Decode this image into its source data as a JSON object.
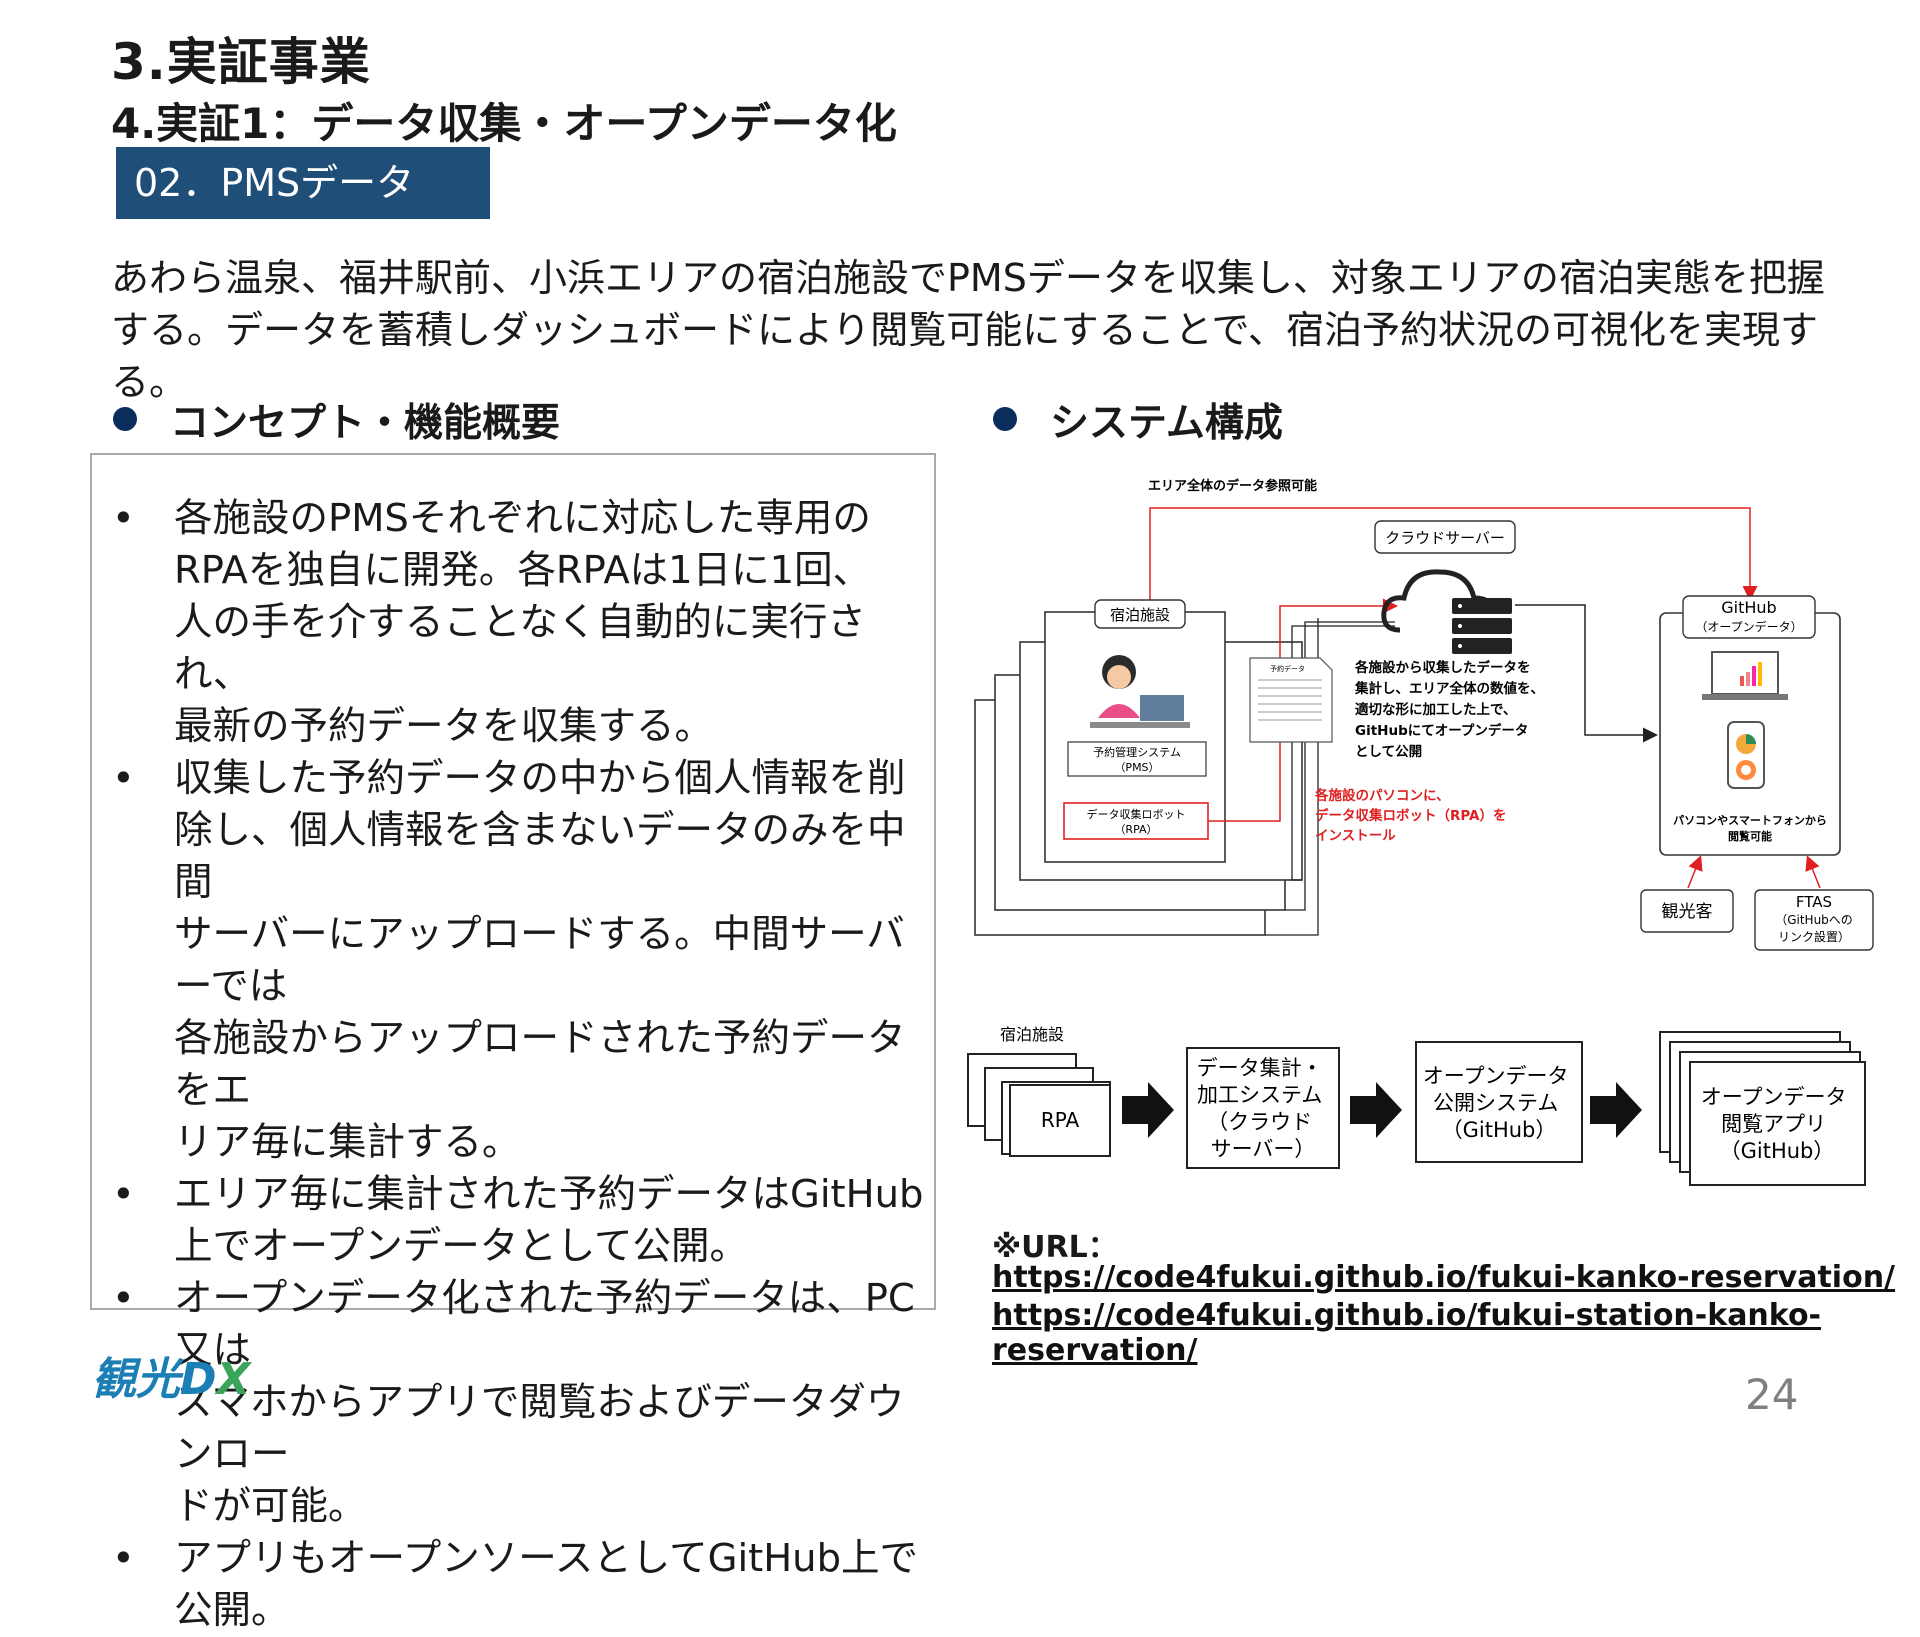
{
  "header": {
    "title": "3.実証事業",
    "subtitle": "4.実証1：データ収集・オープンデータ化",
    "badge": "02．PMSデータ"
  },
  "intro": {
    "line1": "あわら温泉、福井駅前、小浜エリアの宿泊施設でPMSデータを収集し、対象エリアの宿泊実態を把握",
    "line2": "する。データを蓄積しダッシュボードにより閲覧可能にすることで、宿泊予約状況の可視化を実現する。"
  },
  "concept": {
    "title": "コンセプト・機能概要",
    "bullet_mark": "•",
    "items": [
      [
        "各施設のPMSそれぞれに対応した専用の",
        "RPAを独自に開発。各RPAは1日に1回、",
        "人の手を介することなく自動的に実行され、",
        "最新の予約データを収集する。"
      ],
      [
        "収集した予約データの中から個人情報を削",
        "除し、個人情報を含まないデータのみを中間",
        "サーバーにアップロードする。中間サーバーでは",
        "各施設からアップロードされた予約データをエ",
        "リア毎に集計する。"
      ],
      [
        "エリア毎に集計された予約データはGitHub",
        "上でオープンデータとして公開。"
      ],
      [
        "オープンデータ化された予約データは、PC又は",
        "スマホからアプリで閲覧およびデータダウンロー",
        "ドが可能。"
      ],
      [
        "アプリもオープンソースとしてGitHub上で公開。"
      ]
    ]
  },
  "system": {
    "title": "システム構成",
    "diagram": {
      "area_ref": "エリア全体のデータ参照可能",
      "cloud_server": "クラウドサーバー",
      "facility": "宿泊施設",
      "pms_line1": "予約管理システム",
      "pms_line2": "（PMS）",
      "rpa_line1": "データ収集ロボット",
      "rpa_line2": "（RPA）",
      "doc_title": "予約データ",
      "cloud_desc": [
        "各施設から収集したデータを",
        "集計し、エリア全体の数値を、",
        "適切な形に加工した上で、",
        "GitHubにてオープンデータ",
        "として公開"
      ],
      "install_note": [
        "各施設のパソコンに、",
        "データ収集ロボット（RPA）を",
        "インストール"
      ],
      "github_line1": "GitHub",
      "github_line2": "（オープンデータ）",
      "access_line1": "パソコンやスマートフォンから",
      "access_line2": "閲覧可能",
      "tourist": "観光客",
      "ftas_line1": "FTAS",
      "ftas_line2": "（GitHubへの",
      "ftas_line3": "リンク設置）"
    },
    "flow": {
      "facility_label": "宿泊施設",
      "rpa": "RPA",
      "agg": [
        "データ集計・",
        "加工システム",
        "（クラウド",
        "サーバー）"
      ],
      "pub": [
        "オープンデータ",
        "公開システム",
        "（GitHub）"
      ],
      "app": [
        "オープンデータ",
        "閲覧アプリ",
        "（GitHub）"
      ]
    }
  },
  "urls": {
    "label": "※URL：",
    "url1": "https://code4fukui.github.io/fukui-kanko-reservation/",
    "url2": "https://code4fukui.github.io/fukui-station-kanko-reservation/"
  },
  "footer": {
    "logo_main": "観光D",
    "logo_x": "X",
    "page": "24"
  },
  "colors": {
    "badge_bg": "#1f4e79",
    "bullet": "#0b2d5c",
    "red_line": "#e02020",
    "logo_blue": "#1b7fb5",
    "logo_green": "#3aa55a"
  }
}
